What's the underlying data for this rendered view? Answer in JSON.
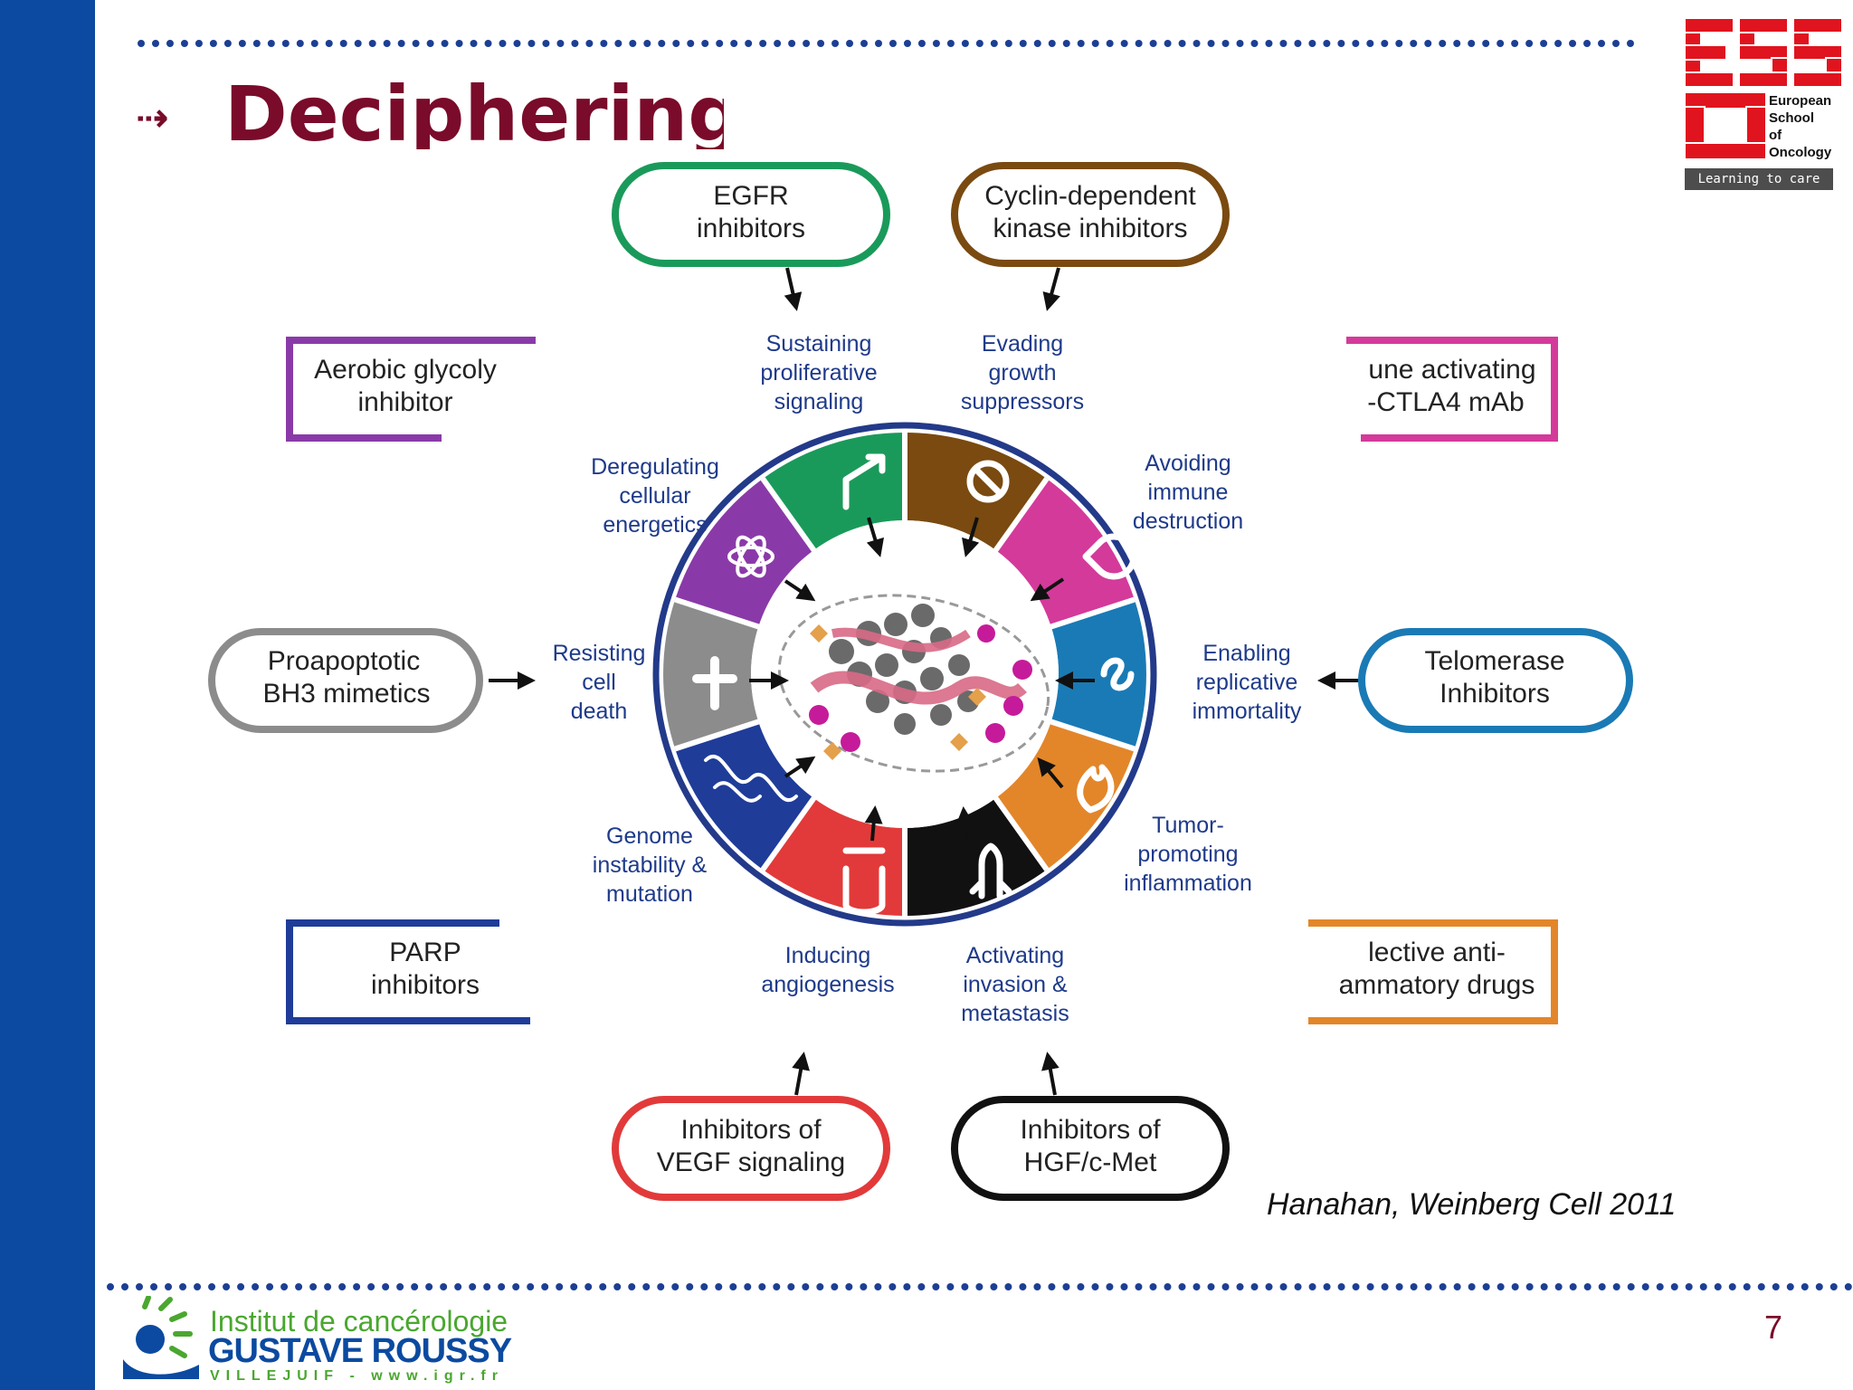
{
  "slide": {
    "title": "Deciphering",
    "title_arrow": "⇢",
    "page_number": "7",
    "citation": "Hanahan, Weinberg Cell 2011"
  },
  "logo": {
    "letters": "ESO",
    "text_lines": [
      "European",
      "School",
      "of",
      "Oncology"
    ],
    "tagline": "Learning to care"
  },
  "footer_logo": {
    "line1": "Institut de cancérologie",
    "line2": "GUSTAVE ROUSSY",
    "line3": "VILLEJUIF - www.igr.fr"
  },
  "therapies": {
    "egfr": [
      "EGFR",
      "inhibitors"
    ],
    "cdk": [
      "Cyclin-dependent",
      "kinase inhibitors"
    ],
    "glycolysis": [
      "Aerobic glycoly",
      "inhibitor"
    ],
    "immune": [
      "une activating",
      "-CTLA4 mAb"
    ],
    "bh3": [
      "Proapoptotic",
      "BH3 mimetics"
    ],
    "telomerase": [
      "Telomerase",
      "Inhibitors"
    ],
    "parp": [
      "PARP",
      "inhibitors"
    ],
    "antiinflam": [
      "lective anti-",
      "ammatory drugs"
    ],
    "vegf": [
      "Inhibitors of",
      "VEGF signaling"
    ],
    "hgf": [
      "Inhibitors of",
      "HGF/c-Met"
    ]
  },
  "hallmarks": {
    "proliferative": [
      "Sustaining",
      "proliferative",
      "signaling"
    ],
    "suppressors": [
      "Evading",
      "growth",
      "suppressors"
    ],
    "energetics": [
      "Deregulating",
      "cellular",
      "energetics"
    ],
    "immune": [
      "Avoiding",
      "immune",
      "destruction"
    ],
    "death": [
      "Resisting",
      "cell",
      "death"
    ],
    "immortality": [
      "Enabling",
      "replicative",
      "immortality"
    ],
    "genome": [
      "Genome",
      "instability &",
      "mutation"
    ],
    "inflammation": [
      "Tumor-",
      "promoting",
      "inflammation"
    ],
    "angiogenesis": [
      "Inducing",
      "angiogenesis"
    ],
    "metastasis": [
      "Activating",
      "invasion &",
      "metastasis"
    ]
  },
  "colors": {
    "title": "#7a0b2a",
    "left_bar": "#0b4aa0",
    "ring_outer": "#233a8a",
    "egfr": "#1a9a5a",
    "cdk": "#7a4a10",
    "glycolysis": "#8a3aa8",
    "immune": "#d43a9a",
    "bh3": "#8c8c8c",
    "telomerase": "#1a7ab5",
    "parp": "#1f3c99",
    "antiinflam": "#e3862a",
    "vegf": "#e23a3a",
    "hgf": "#111111",
    "hallmark_text": "#1e3a8a",
    "logo_red": "#e0141e"
  },
  "icons": {
    "proliferative": "arrow-up-right-icon",
    "suppressors": "prohibit-icon",
    "immune": "pacman-cell-icon",
    "immortality": "infinity-icon",
    "inflammation": "flame-icon",
    "metastasis": "rocket-cell-icon",
    "angiogenesis": "vessel-icon",
    "genome": "dna-icon",
    "death": "cross-icon",
    "energetics": "atom-icon"
  }
}
